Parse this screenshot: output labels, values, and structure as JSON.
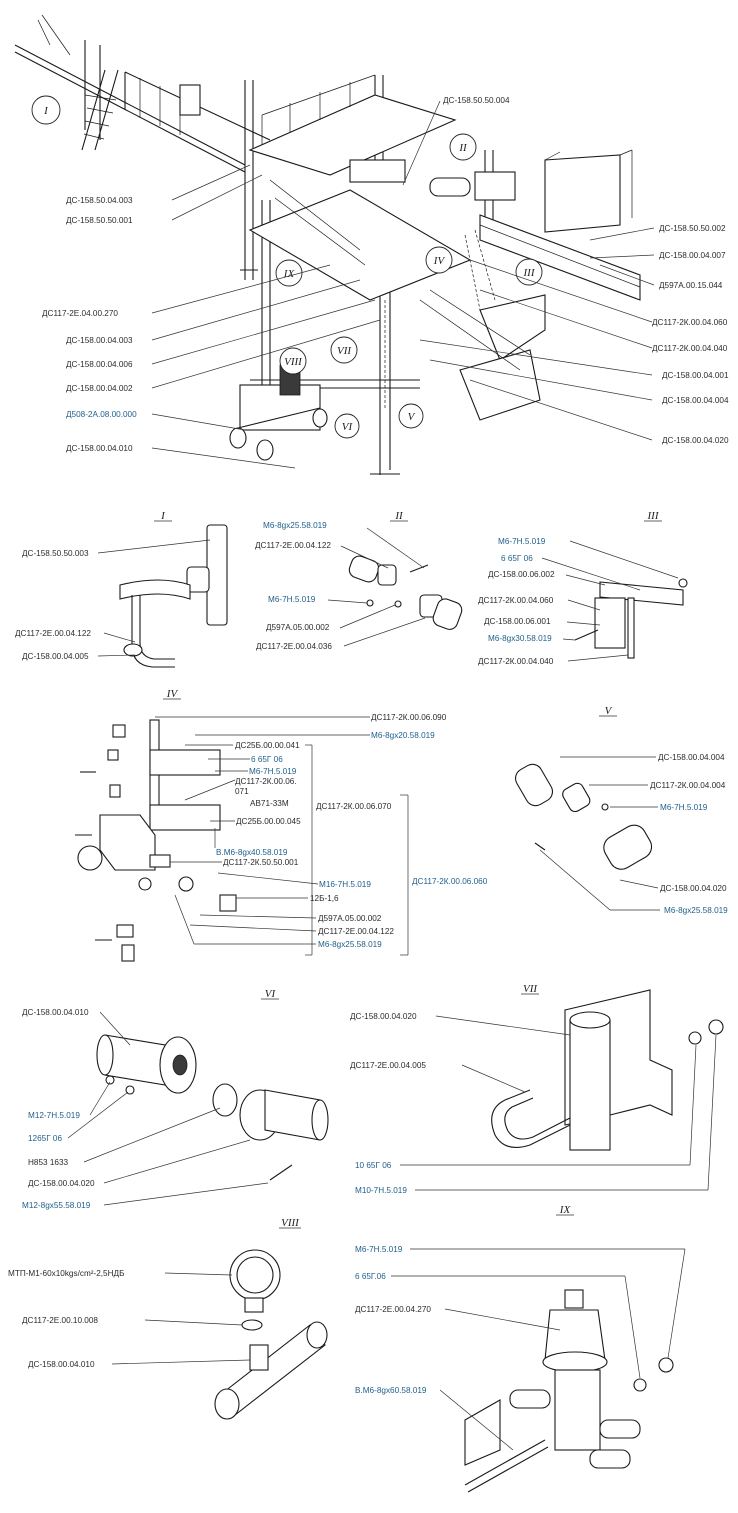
{
  "main_labels": [
    "ДС-158.50.50.004",
    "ДС-158.50.04.003",
    "ДС-158.50.50.001",
    "ДС117-2Е.04.00.270",
    "ДС-158.00.04.003",
    "ДС-158.00.04.006",
    "ДС-158.00.04.002",
    "Д508-2А.08.00.000",
    "ДС-158.00.04.010",
    "ДС-158.50.50.002",
    "ДС-158.00.04.007",
    "Д597А.00.15.044",
    "ДС117-2К.00.04.060",
    "ДС117-2К.00.04.040",
    "ДС-158.00.04.001",
    "ДС-158.00.04.004",
    "ДС-158.00.04.020"
  ],
  "callouts": [
    "I",
    "II",
    "III",
    "IV",
    "V",
    "VI",
    "VII",
    "VIII",
    "IX"
  ],
  "detail_I": [
    "ДС-158.50.50.003",
    "ДС117-2Е.00.04.122",
    "ДС-158.00.04.005"
  ],
  "detail_II": [
    "М6-8gx25.58.019",
    "ДС117-2Е.00.04.122",
    "М6-7Н.5.019",
    "Д597А.05.00.002",
    "ДС117-2Е.00.04.036"
  ],
  "detail_III": [
    "М6-7Н.5.019",
    "6 65Г 06",
    "ДС-158.00.06.002",
    "ДС117-2К.00.04.060",
    "ДС-158.00.06.001",
    "М6-8gx30.58.019",
    "ДС117-2К.00.04.040"
  ],
  "detail_IV": [
    "ДС117-2К.00.06.090",
    "М6-8gx20.58.019",
    "ДС25Б.00.00.041",
    "6 65Г 06",
    "М6-7Н.5.019",
    "ДС117-2К.00.06.",
    "071",
    "АВ71-33М",
    "ДС25Б.00.00.045",
    "ДС117-2К.00.06.070",
    "В.М6-8gx40.58.019",
    "ДС117-2К.50.50.001",
    "М16-7Н.5.019",
    "ДС117-2К.00.06.060",
    "12Б-1,6",
    "Д597А.05.00.002",
    "ДС117-2Е.00.04.122",
    "М6-8gx25.58.019"
  ],
  "detail_V": [
    "ДС-158.00.04.004",
    "ДС117-2К.00.04.004",
    "М6-7Н.5.019",
    "ДС-158.00.04.020",
    "М6-8gx25.58.019"
  ],
  "detail_VI": [
    "ДС-158.00.04.010",
    "М12-7Н.5.019",
    "1265Г 06",
    "Н853 1633",
    "ДС-158.00.04.020",
    "М12-8gx55.58.019"
  ],
  "detail_VII": [
    "ДС-158.00.04.020",
    "ДС117-2Е.00.04.005",
    "10 65Г 06",
    "М10-7Н.5.019"
  ],
  "detail_VIII": [
    "МТП-М1-60x10kgs/cm²-2,5НДБ",
    "ДС117-2Е.00.10.008",
    "ДС-158.00.04.010"
  ],
  "detail_IX": [
    "М6-7Н.5.019",
    "6 65Г.06",
    "ДС117-2Е.00.04.270",
    "В.М6-8gx60.58.019"
  ]
}
